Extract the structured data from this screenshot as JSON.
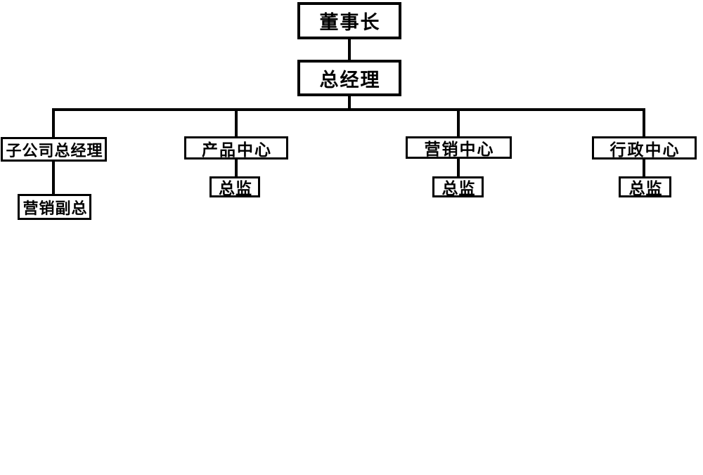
{
  "diagram": {
    "type": "org-chart",
    "background_color": "#ffffff",
    "line_color": "#000000",
    "box_border_color": "#000000",
    "text_color": "#000000",
    "nodes": {
      "chairman": {
        "label": "董事长",
        "reports_to": null
      },
      "general_manager": {
        "label": "总经理",
        "reports_to": "chairman"
      },
      "subsidiary_gm": {
        "label": "子公司总经理",
        "reports_to": "general_manager"
      },
      "product_center": {
        "label": "产品中心",
        "reports_to": "general_manager"
      },
      "marketing_center": {
        "label": "营销中心",
        "reports_to": "general_manager"
      },
      "admin_center": {
        "label": "行政中心",
        "reports_to": "general_manager"
      },
      "marketing_vp": {
        "label": "营销副总",
        "reports_to": "subsidiary_gm"
      },
      "product_director": {
        "label": "总监",
        "reports_to": "product_center"
      },
      "marketing_director": {
        "label": "总监",
        "reports_to": "marketing_center"
      },
      "admin_director": {
        "label": "总监",
        "reports_to": "admin_center"
      }
    }
  }
}
